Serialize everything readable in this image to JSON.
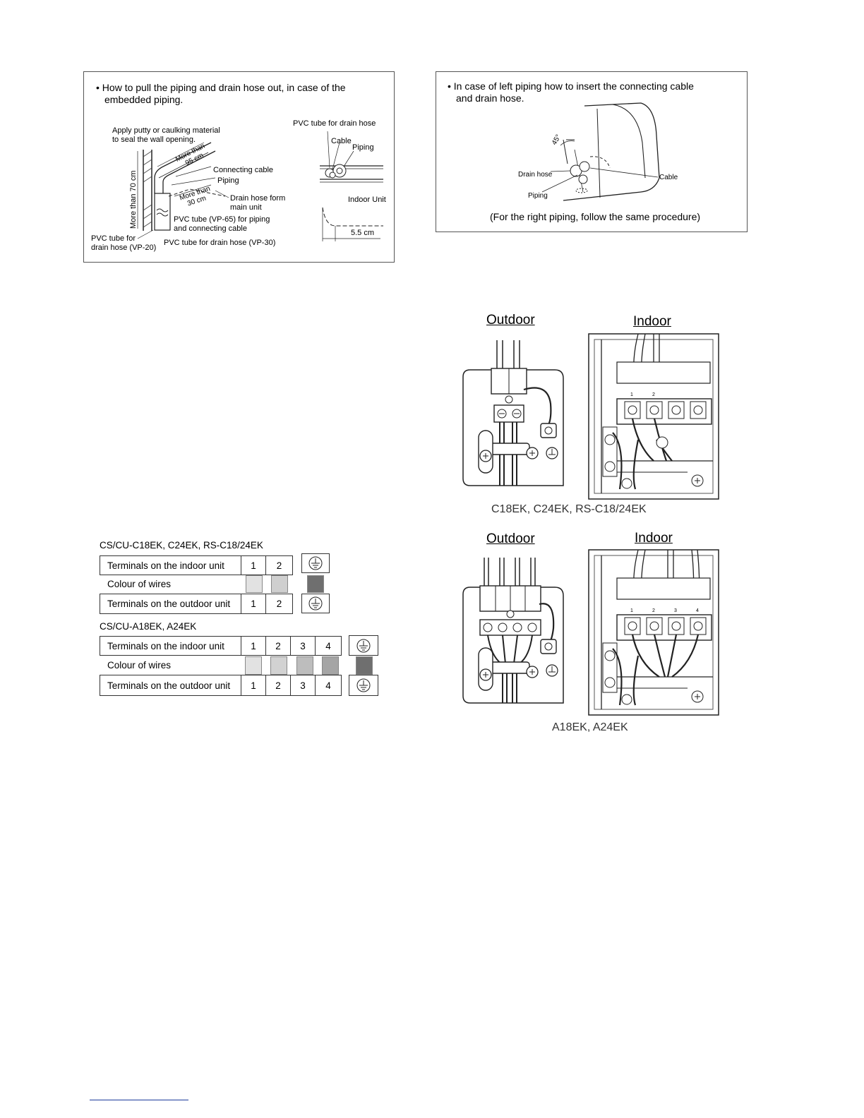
{
  "embedded_box": {
    "heading_line1": "• How to pull the piping and drain hose out, in case of the",
    "heading_line2": "embedded piping.",
    "labels": {
      "putty_line1": "Apply putty or caulking material",
      "putty_line2": "to seal the wall opening.",
      "more_than_95_line1": "More than",
      "more_than_95_line2": "95 cm",
      "connecting_cable": "Connecting cable",
      "piping": "Piping",
      "more_than_30_line1": "More than",
      "more_than_30_line2": "30 cm",
      "drain_hose_form_line1": "Drain hose form",
      "drain_hose_form_line2": "main unit",
      "more_than_70": "More than 70 cm",
      "pvc_vp65_line1": "PVC tube (VP-65) for piping",
      "pvc_vp65_line2": "and connecting cable",
      "pvc_vp20_line1": "PVC tube for",
      "pvc_vp20_line2": "drain hose (VP-20)",
      "pvc_vp30": "PVC tube for drain hose (VP-30)",
      "pvc_drain_top": "PVC tube for drain hose",
      "cable": "Cable",
      "piping_right": "Piping",
      "indoor_unit": "Indoor Unit",
      "dim_55": "5.5 cm"
    }
  },
  "left_piping_box": {
    "heading_line1": "• In case of left piping how to insert the connecting cable",
    "heading_line2": "and drain hose.",
    "angle": "45°",
    "drain_hose": "Drain hose",
    "cable": "Cable",
    "piping": "Piping",
    "note": "(For the right piping, follow the same procedure)"
  },
  "wiring_top": {
    "outdoor": "Outdoor",
    "indoor": "Indoor",
    "terminal_labels": [
      "1",
      "2"
    ],
    "caption": "C18EK, C24EK, RS-C18/24EK"
  },
  "wiring_bottom": {
    "outdoor": "Outdoor",
    "indoor": "Indoor",
    "terminal_labels": [
      "1",
      "2",
      "3",
      "4"
    ],
    "caption": "A18EK, A24EK"
  },
  "table1": {
    "title": "CS/CU-C18EK, C24EK, RS-C18/24EK",
    "indoor_label": "Terminals on the indoor unit",
    "colour_label": "Colour of wires",
    "outdoor_label": "Terminals on the outdoor unit",
    "terminals": [
      "1",
      "2"
    ],
    "wire_colors": [
      "#e2e2e2",
      "#cfcfcf"
    ],
    "earth_wire_color": "#6f6f6f"
  },
  "table2": {
    "title": "CS/CU-A18EK, A24EK",
    "indoor_label": "Terminals on the indoor unit",
    "colour_label": "Colour of wires",
    "outdoor_label": "Terminals on the outdoor unit",
    "terminals": [
      "1",
      "2",
      "3",
      "4"
    ],
    "wire_colors": [
      "#e2e2e2",
      "#d2d2d2",
      "#bdbdbd",
      "#a5a5a5"
    ],
    "earth_wire_color": "#6f6f6f"
  }
}
